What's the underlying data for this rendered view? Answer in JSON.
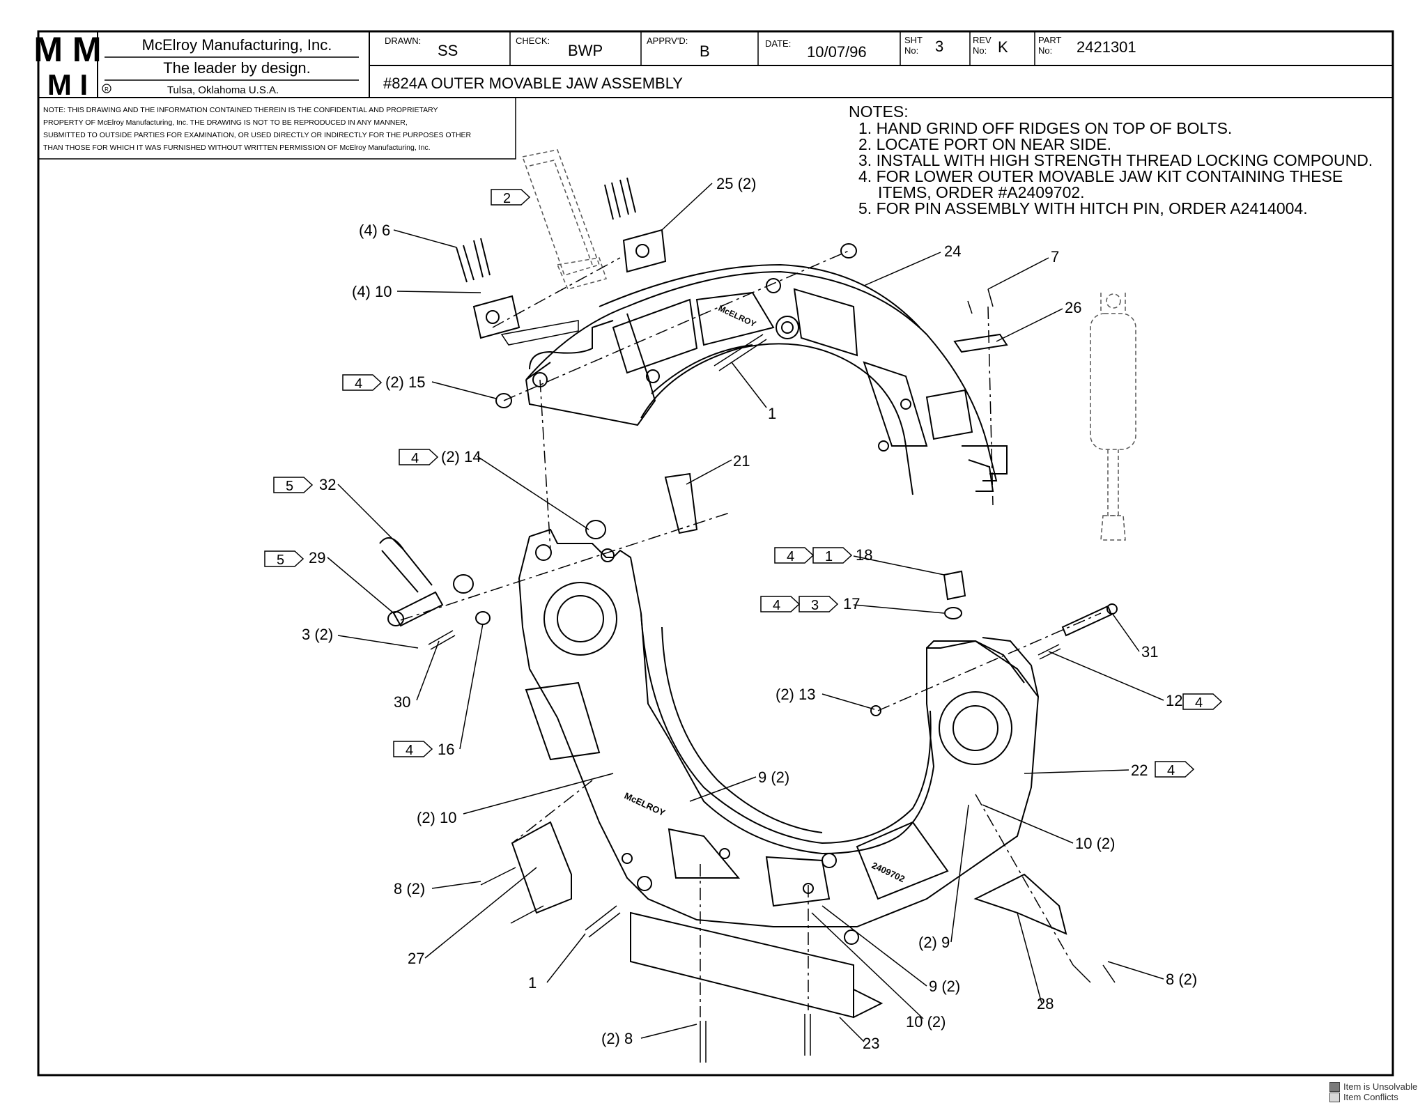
{
  "title_block": {
    "logo_top": "M M",
    "logo_bottom": "M I",
    "company": "McElroy Manufacturing, Inc.",
    "slogan": "The leader by design.",
    "location": "Tulsa, Oklahoma U.S.A.",
    "registered_mark": "R",
    "drawn_label": "DRAWN:",
    "drawn_value": "SS",
    "check_label": "CHECK:",
    "check_value": "BWP",
    "approved_label": "APPRV'D:",
    "approved_value": "B",
    "date_label": "DATE:",
    "date_value": "10/07/96",
    "sheet_label_1": "SHT",
    "sheet_label_2": "No:",
    "sheet_value": "3",
    "rev_label_1": "REV",
    "rev_label_2": "No:",
    "rev_value": "K",
    "part_label_1": "PART",
    "part_label_2": "No:",
    "part_value": "2421301",
    "drawing_title": "#824A OUTER MOVABLE JAW ASSEMBLY"
  },
  "confidential_note": [
    "NOTE: THIS DRAWING AND THE INFORMATION CONTAINED THEREIN IS THE CONFIDENTIAL AND PROPRIETARY",
    "PROPERTY OF McElroy Manufacturing, Inc. THE DRAWING IS NOT TO BE REPRODUCED IN ANY MANNER,",
    "SUBMITTED TO OUTSIDE PARTIES FOR EXAMINATION, OR USED DIRECTLY OR INDIRECTLY FOR THE PURPOSES OTHER",
    "THAN THOSE FOR WHICH IT WAS FURNISHED WITHOUT WRITTEN PERMISSION OF McElroy Manufacturing, Inc."
  ],
  "notes": {
    "heading": "NOTES:",
    "items": [
      "1.  HAND GRIND OFF RIDGES ON TOP OF BOLTS.",
      "2.  LOCATE PORT ON NEAR SIDE.",
      "3.  INSTALL WITH HIGH STRENGTH THREAD LOCKING COMPOUND.",
      "4. FOR LOWER OUTER MOVABLE JAW KIT CONTAINING THESE",
      "ITEMS, ORDER #A2409702.",
      "5.  FOR PIN ASSEMBLY WITH HITCH PIN, ORDER A2414004."
    ]
  },
  "callouts": {
    "c25": "25 (2)",
    "c6": "(4) 6",
    "c10_top": "(4) 10",
    "c15": "(2) 15",
    "c24": "24",
    "c7": "7",
    "c26": "26",
    "c1_top": "1",
    "c14": "(2) 14",
    "c21": "21",
    "c32": "32",
    "c29": "29",
    "c3": "3 (2)",
    "c30": "30",
    "c16": "16",
    "c18": "18",
    "c17": "17",
    "c31": "31",
    "c12": "12",
    "c13": "(2) 13",
    "c22": "22",
    "c9_mid": "9 (2)",
    "c10_left": "(2) 10",
    "c10_right": "10 (2)",
    "c8_left": "8 (2)",
    "c27": "27",
    "c9_right": "(2) 9",
    "c1_bottom": "1",
    "c9_lower": "9 (2)",
    "c10_lower": "10 (2)",
    "c8_right": "8 (2)",
    "c28": "28",
    "c8_bottom": "(2) 8",
    "c23": "23"
  },
  "flags": {
    "f2": "2",
    "f4_15": "4",
    "f4_14": "4",
    "f5_32": "5",
    "f5_29": "5",
    "f4_16": "4",
    "f4_18": "4",
    "f1_18": "1",
    "f4_17": "4",
    "f3_17": "3",
    "f4_12": "4",
    "f4_22": "4"
  },
  "part_markings": {
    "brand_upper": "McELROY",
    "brand_lower": "McELROY",
    "casting_number": "2409702"
  },
  "legend": {
    "unsolvable": "Item is Unsolvable",
    "conflicts": "Item Conflicts",
    "unsolvable_color": "#7a7a7a",
    "conflicts_color": "#d8d8d8"
  }
}
